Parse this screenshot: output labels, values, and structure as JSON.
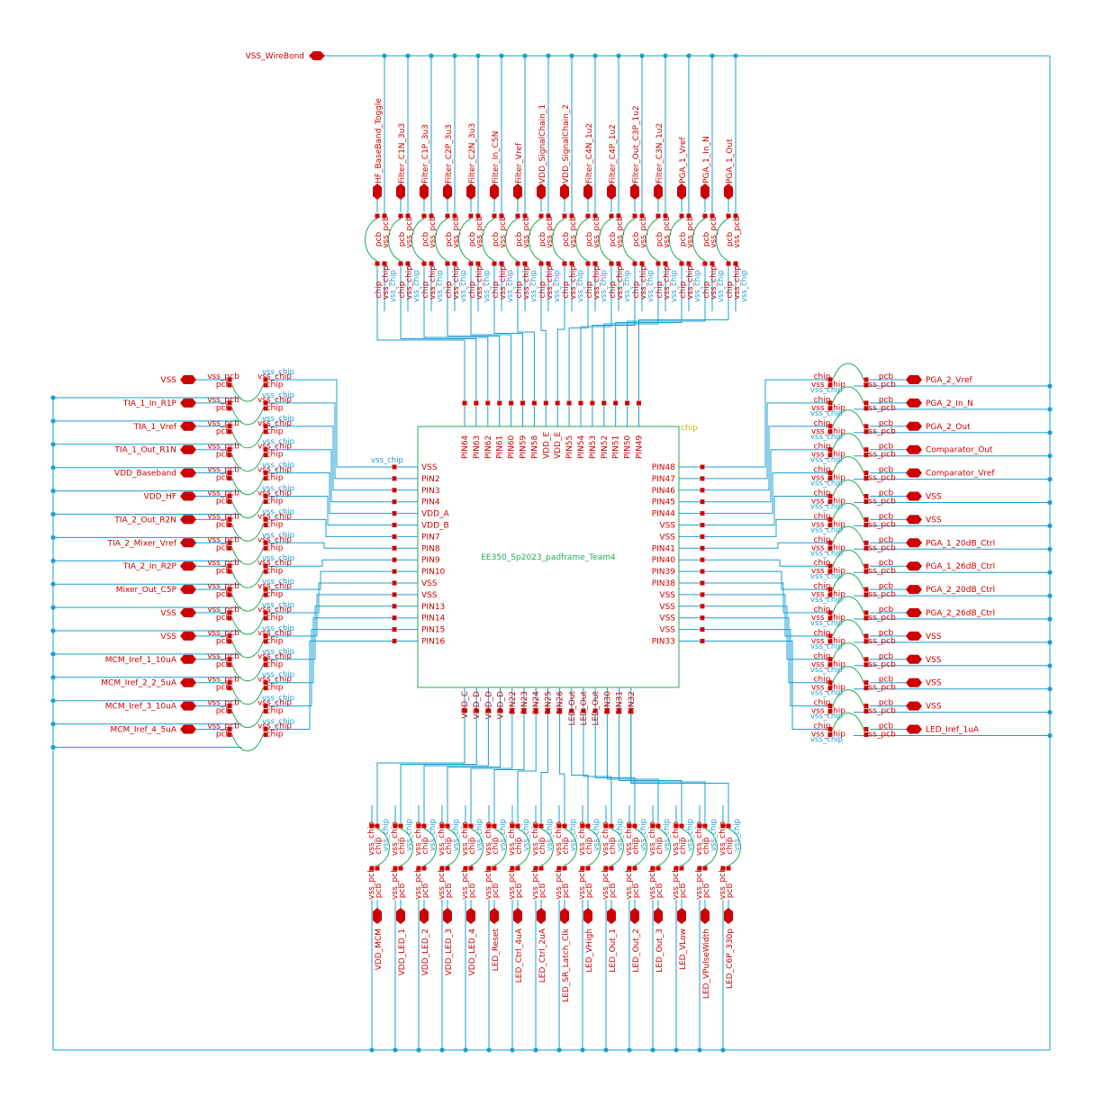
{
  "chip": {
    "name": "EE350_Sp2023_padframe_Team4",
    "tag": "chip",
    "vss_chip_label": "vss_chip",
    "top_pins": [
      "PIN64",
      "PIN63",
      "PIN62",
      "PIN61",
      "PIN60",
      "PIN59",
      "PIN58",
      "VDD_E",
      "VDD_E",
      "PIN55",
      "PIN54",
      "PIN53",
      "PIN52",
      "PIN51",
      "PIN50",
      "PIN49"
    ],
    "bottom_pins": [
      "VDD_C",
      "VDD_D",
      "VDD_D",
      "VDD_D",
      "PIN22",
      "PIN23",
      "PIN24",
      "PIN25",
      "PIN26",
      "LED_Out",
      "LED_Out",
      "LED_Out",
      "PIN30",
      "PIN31",
      "PIN32"
    ],
    "left_pins": [
      "VSS",
      "PIN2",
      "PIN3",
      "PIN4",
      "VDD_A",
      "VDD_B",
      "PIN7",
      "PIN8",
      "PIN9",
      "PIN10",
      "VSS",
      "VSS",
      "PIN13",
      "PIN14",
      "PIN15",
      "PIN16"
    ],
    "right_pins": [
      "PIN48",
      "PIN47",
      "PIN46",
      "PIN45",
      "PIN44",
      "VSS",
      "VSS",
      "PIN41",
      "PIN40",
      "PIN39",
      "PIN38",
      "VSS",
      "VSS",
      "VSS",
      "VSS",
      "PIN33"
    ]
  },
  "cell_text": {
    "pcb": "pcb",
    "chip": "chip",
    "vss_pcb": "vss_pcb",
    "vss_chip": "vss_chip"
  },
  "global_net": "VSS_WireBond",
  "pins": {
    "top": [
      "HF_BaseBand_Toggle",
      "Filter_C1N_3u3",
      "Filter_C1P_3u3",
      "Filter_C2P_3u3",
      "Filter_C2N_3u3",
      "Filter_In_C5N",
      "Filter_Vref",
      "VDD_SignalChain_1",
      "VDD_SignalChain_2",
      "Filter_C4N_1u2",
      "Filter_C4P_1u2",
      "Filter_Out_C3P_1u2",
      "Filter_C3N_1u2",
      "PGA_1_Vref",
      "PGA_1_In_N",
      "PGA_1_Out"
    ],
    "left": [
      "VSS",
      "TIA_1_In_R1P",
      "TIA_1_Vref",
      "TIA_1_Out_R1N",
      "VDD_Baseband",
      "VDD_HF",
      "TIA_2_Out_R2N",
      "TIA_2_Mixer_Vref",
      "TIA_2_In_R2P",
      "Mixer_Out_C5P",
      "VSS",
      "VSS",
      "MCM_Iref_1_10uA",
      "MCM_Iref_2_2_5uA",
      "MCM_Iref_3_10uA",
      "MCM_Iref_4_5uA"
    ],
    "right": [
      "PGA_2_Vref",
      "PGA_2_In_N",
      "PGA_2_Out",
      "Comparator_Out",
      "Comparator_Vref",
      "VSS",
      "VSS",
      "PGA_1_20dB_Ctrl",
      "PGA_1_26dB_Ctrl",
      "PGA_2_20dB_Ctrl",
      "PGA_2_26dB_Ctrl",
      "VSS",
      "VSS",
      "VSS",
      "VSS",
      "LED_Iref_1uA"
    ],
    "bottom": [
      "VDD_MCM",
      "VDD_LED_1",
      "VDD_LED_2",
      "VDD_LED_3",
      "VDD_LED_4",
      "LED_Reset",
      "LED_Ctrl_4uA",
      "LED_Ctrl_2uA",
      "LED_SR_Latch_Clk",
      "LED_VHigh",
      "LED_Out_1",
      "LED_Out_2",
      "LED_Out_3",
      "LED_VLow",
      "LED_VPulseWidth",
      "LED_C6P_330p"
    ]
  },
  "colors": {
    "wire": "#1a9fd4",
    "pin": "#cc0000",
    "instance": "#22aa55",
    "chip_tag": "#d8b000",
    "background": "#ffffff"
  }
}
